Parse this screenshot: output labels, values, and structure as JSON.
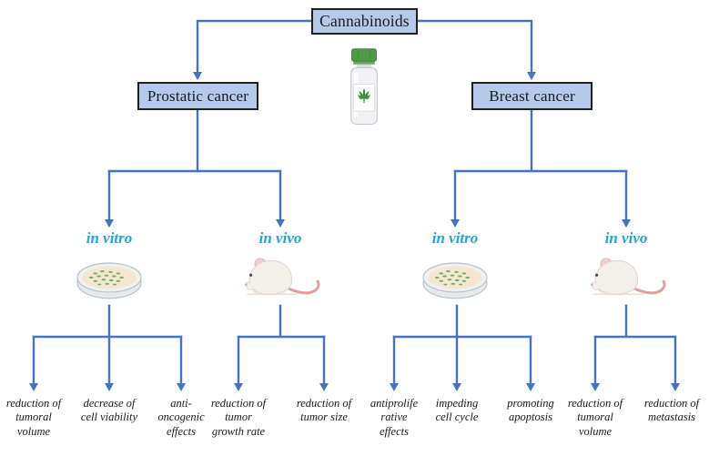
{
  "colors": {
    "line": "#4472c4",
    "box-fill": "#b6c9e8",
    "box-border": "#1f1f1f",
    "accent-cyan": "#1fa3dc",
    "leaf-green": "#3e8e41",
    "agar-cream": "#f5e7cf",
    "mouse-pink": "#e8aeab"
  },
  "root": {
    "label": "Cannabinoids",
    "icon": "cannabis-bottle-icon"
  },
  "branches": [
    {
      "label": "Prostatic cancer",
      "groups": [
        {
          "label": "in vitro",
          "icon": "petri-dish-icon",
          "leaves": [
            "reduction of\ntumoral\nvolume",
            "decrease of\ncell viability",
            "anti-\noncogenic\neffects"
          ]
        },
        {
          "label": "in vivo",
          "icon": "mouse-icon",
          "leaves": [
            "reduction of\ntumor\ngrowth rate",
            "reduction of\ntumor size"
          ]
        }
      ]
    },
    {
      "label": "Breast cancer",
      "groups": [
        {
          "label": "in vitro",
          "icon": "petri-dish-icon",
          "leaves": [
            "antiprolife\nrative\neffects",
            "impeding\ncell cycle",
            "promoting\napoptosis"
          ]
        },
        {
          "label": "in vivo",
          "icon": "mouse-icon",
          "leaves": [
            "reduction of\ntumoral\nvolume",
            "reduction of\nmetastasis"
          ]
        }
      ]
    }
  ]
}
